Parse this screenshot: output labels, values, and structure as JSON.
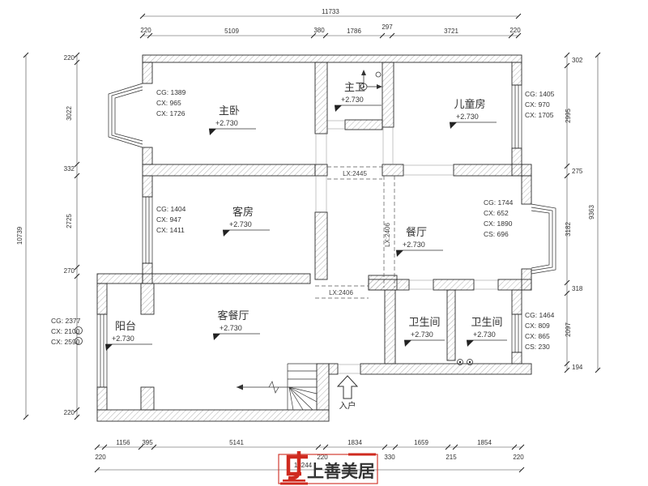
{
  "dims": {
    "top_total": "11733",
    "top": [
      "220",
      "5109",
      "380",
      "1786",
      "297",
      "3721",
      "220"
    ],
    "left_total": "10739",
    "left": [
      "220",
      "3022",
      "332",
      "2725",
      "270",
      "220"
    ],
    "right_total": "9363",
    "right": [
      "302",
      "2995",
      "275",
      "3182",
      "318",
      "2097",
      "194"
    ],
    "bottom_total": "13244",
    "bottom_upper": [
      "1156",
      "395",
      "5141",
      "1834",
      "1659",
      "1854"
    ],
    "bottom_lower": [
      "220",
      "220",
      "330",
      "215",
      "220"
    ]
  },
  "rooms": [
    {
      "name": "主卧",
      "elevation": "+2.730"
    },
    {
      "name": "主卫",
      "elevation": "+2.730"
    },
    {
      "name": "儿童房",
      "elevation": "+2.730"
    },
    {
      "name": "客房",
      "elevation": "+2.730"
    },
    {
      "name": "餐厅",
      "elevation": "+2.730"
    },
    {
      "name": "客餐厅",
      "elevation": "+2.730"
    },
    {
      "name": "阳台",
      "elevation": "+2.730"
    },
    {
      "name": "卫生间",
      "elevation": "+2.730"
    },
    {
      "name": "卫生间",
      "elevation": "+2.730"
    }
  ],
  "window_labels": {
    "master": [
      "CG: 1389",
      "CX: 965",
      "CX: 1726"
    ],
    "children": [
      "CG: 1405",
      "CX: 970",
      "CX: 1705"
    ],
    "guest": [
      "CG: 1404",
      "CX: 947",
      "CX: 1411"
    ],
    "dining": [
      "CG: 1744",
      "CX: 652",
      "CX: 1890",
      "CS: 696"
    ],
    "bath": [
      "CG: 1464",
      "CX: 809",
      "CX: 865",
      "CS: 230"
    ],
    "balcony": [
      "CG: 2377",
      "CX: 2100",
      "CX: 2590"
    ]
  },
  "beams": {
    "hall_top": "LX:2445",
    "hall_vertical": "LX:2406",
    "living": "LX:2406"
  },
  "entry_label": "入户",
  "logo": {
    "brand": "上善美居",
    "color": "#cf2a1f"
  }
}
